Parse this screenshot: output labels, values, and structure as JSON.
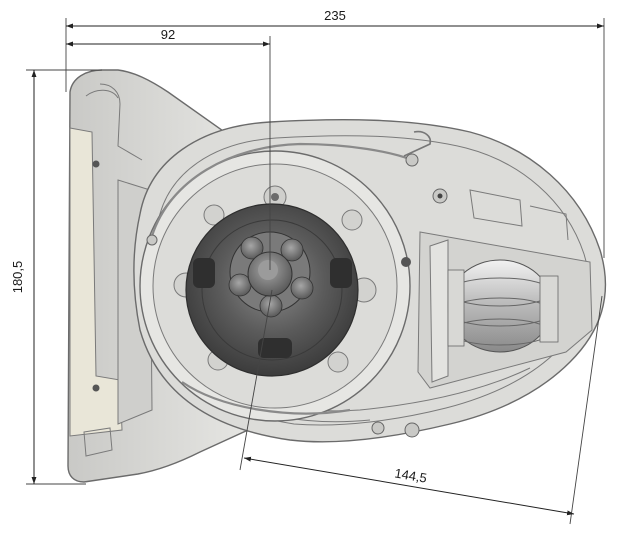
{
  "dimensions": {
    "overall_width": "235",
    "axis_offset": "92",
    "height": "180,5",
    "diagonal": "144,5"
  },
  "colors": {
    "housing": "#d9d9d6",
    "housing_light": "#ececea",
    "bracket_face": "#e9e6d8",
    "drum_dark": "#4a4a4a",
    "drum_hub": "#6e6e6e",
    "dimension_ink": "#222222"
  }
}
